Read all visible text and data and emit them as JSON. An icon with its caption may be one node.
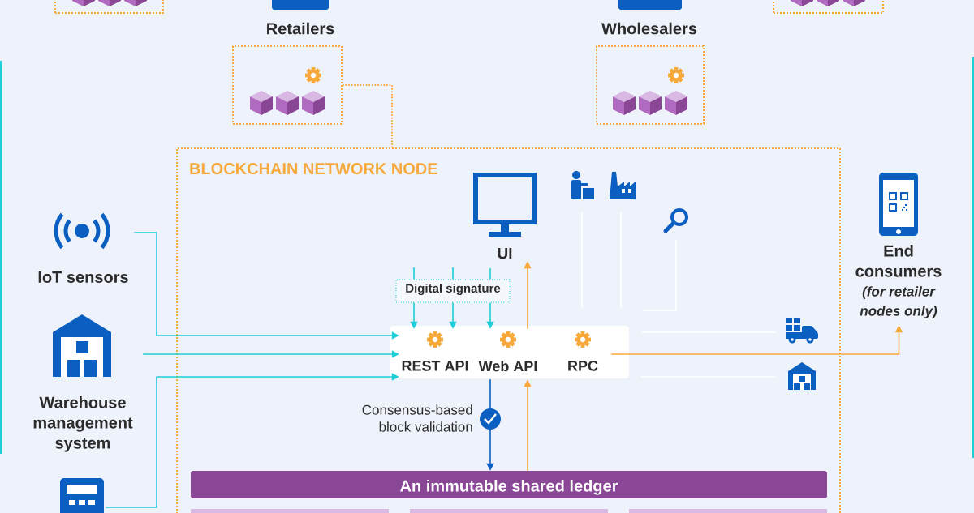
{
  "diagram": {
    "nodes": [
      {
        "text": [],
        "shape": "box"
      },
      {
        "text": [],
        "shape": "box",
        "beside": [
          "Retailers"
        ]
      },
      {
        "text": [],
        "shape": "box",
        "beside": [
          "Wholesalers"
        ]
      },
      {
        "text": [],
        "shape": "box"
      },
      {
        "text": [
          "BLOCKCHAIN NETWORK NODE"
        ]
      },
      {
        "text": [
          "IoT sensors"
        ]
      },
      {
        "text": [
          "UI"
        ],
        "in": 4
      },
      {
        "text": [
          "Digital signature"
        ],
        "in": 4
      },
      {
        "text": [
          "REST API"
        ],
        "in": 4
      },
      {
        "text": [
          "Web API"
        ],
        "in": 4
      },
      {
        "text": [
          "RPC"
        ],
        "in": 4
      },
      {
        "text": [
          "End consumers",
          "(for retailer nodes only)"
        ]
      },
      {
        "text": [
          "Warehouse management system"
        ]
      },
      {
        "text": [],
        "shape": "picture"
      },
      {
        "text": [
          "An immutable shared ledger"
        ],
        "in": 4
      }
    ],
    "edges": [
      {
        "from": 1,
        "to": 4,
        "arrow": "none",
        "style": "dashed",
        "color": "#f7a93b"
      },
      {
        "from": null,
        "to": 7,
        "arrow": "none"
      },
      {
        "from": null,
        "to": 7,
        "arrow": "none"
      },
      {
        "from": null,
        "to": 7,
        "arrow": "none"
      },
      {
        "from": 7,
        "to": 8,
        "arrow": "to"
      },
      {
        "from": 7,
        "to": 8,
        "arrow": "to"
      },
      {
        "from": 7,
        "to": 9,
        "arrow": "to"
      },
      {
        "from": 5,
        "to": 8,
        "arrow": "to"
      },
      {
        "from": 12,
        "to": 8,
        "arrow": "to"
      },
      {
        "from": 13,
        "to": 8,
        "arrow": "to"
      },
      {
        "from": 9,
        "to": 6,
        "arrow": "to",
        "color": "#f7a93b"
      },
      {
        "from": 9,
        "to": 14,
        "arrow": "to",
        "color": "#0a5fc0",
        "label": "Consensus-based block validation"
      },
      {
        "from": 14,
        "to": 9,
        "arrow": "to",
        "color": "#f7a93b"
      },
      {
        "from": 10,
        "to": 11,
        "arrow": "to",
        "color": "#f7a93b"
      }
    ]
  }
}
